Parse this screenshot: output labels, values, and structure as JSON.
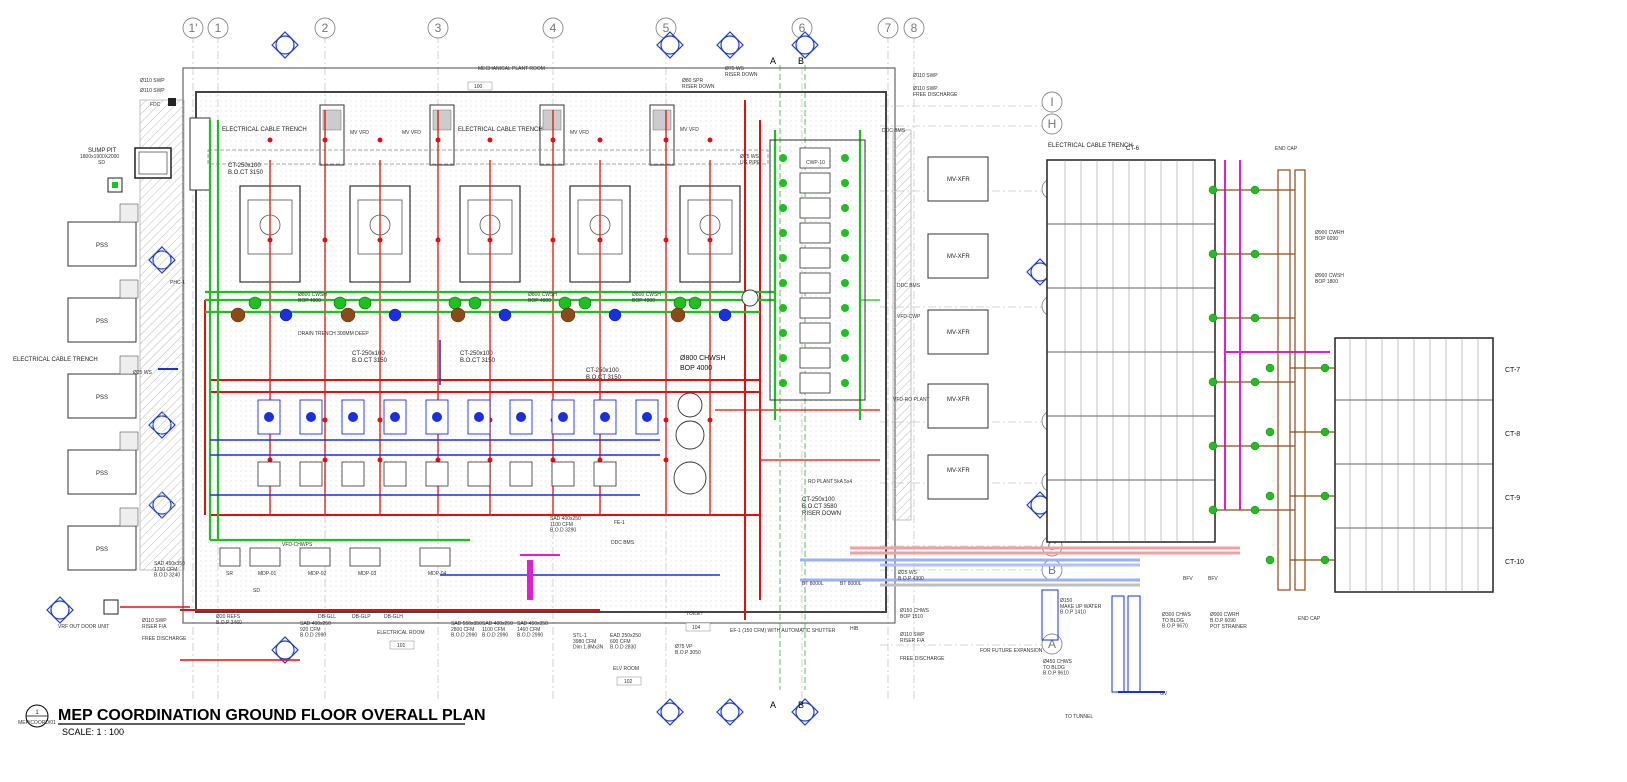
{
  "title": {
    "main": "MEP COORDINATION GROUND FLOOR OVERALL PLAN",
    "scale": "SCALE:   1 : 100",
    "view_number": "1",
    "sheet_ref": "MEP/COORD/01"
  },
  "grid": {
    "columns": [
      "1'",
      "1",
      "2",
      "3",
      "4",
      "5",
      "6",
      "7",
      "8"
    ],
    "rows": [
      "I",
      "H",
      "G",
      "F",
      "E",
      "D",
      "C",
      "B",
      "A"
    ],
    "sections": [
      "A",
      "B",
      "A",
      "B"
    ]
  },
  "rooms": {
    "mechanical": "MECHANICAL PLANT ROOM",
    "mechanical_no": "100",
    "electrical": "ELECTRICAL ROOM",
    "electrical_no": "101",
    "elv": "ELV ROOM",
    "elv_no": "102",
    "toilet": "TOILET",
    "toilet_no": "104"
  },
  "equipment": {
    "pss": [
      "PSS",
      "PSS",
      "PSS",
      "PSS",
      "PSS"
    ],
    "mv_xfr": [
      "MV-XFR",
      "MV-XFR",
      "MV-XFR",
      "MV-XFR",
      "MV-XFR"
    ],
    "mv_vfd": [
      "MV VFD",
      "MV VFD",
      "MV VFD",
      "MV VFD",
      "MV VFD"
    ],
    "cooling_towers": [
      "CT-6",
      "CT-7",
      "CT-8",
      "CT-9",
      "CT-10"
    ],
    "mdp": [
      "MDP-01",
      "MDP-02",
      "MDP-03",
      "MDP-04"
    ],
    "db": [
      "DB-GLL",
      "DB-GLP",
      "DB-GLH"
    ],
    "sr": "SR",
    "sump_pit": "SUMP PIT",
    "sump_size": "1800x1900X2000",
    "fdc": "FDC",
    "sd": "SD",
    "gv": "GV",
    "hib": "HIB",
    "vrf": "VRF OUT DOOR UNIT",
    "ro_plant": "RO PLANT 5kA 5x4",
    "cwp_10": "CWP-10",
    "end_cap_top": "END CAP",
    "end_cap_bottom": "END CAP",
    "pot_strainer": "POT STRAINER",
    "to_tunnel": "TO TUNNEL",
    "future": "FOR FUTURE EXPANSION",
    "stl": "STL-1\n3980 CFM\nDim 1.8Mx3N",
    "ef": "EF-1 (150 CFM) WITH AUTOMATIC SHUTTER",
    "bfv": [
      "BFV",
      "BFV"
    ]
  },
  "annotations": {
    "elec_trench_1": "ELECTRICAL CABLE TRENCH",
    "elec_trench_2": "ELECTRICAL CABLE TRENCH",
    "elec_trench_left": "ELECTRICAL CABLE TRENCH",
    "elec_trench_right": "ELECTRICAL CABLE TRENCH",
    "ct1": "CT-250x100",
    "ct1_boc": "B.O.CT 3150",
    "ct2": "CT-250x100",
    "ct2_boc": "B.O.CT 3150",
    "ct3": "CT-250x100",
    "ct3_boc": "B.O.CT 3150",
    "ct4": "CT-250x100",
    "ct4_boc": "B.O.CT 3150",
    "ct5": "CT-250x100",
    "ct5_boc": "B.O.CT 3580",
    "ct5_riser": "RISER DOWN",
    "drain_trench": "DRAIN TRENCH 300MM DEEP",
    "chwsh_big": "Ø800 CHWSH",
    "chwsh_big_bop": "BOP 4000",
    "chwsh_1": "Ø800 CWSH",
    "chwsh_1_bop": "BOP 4000",
    "chwsh_2": "Ø800 CWSH",
    "chwsh_2_bop": "BOP 4000",
    "chwsh_3": "Ø800 CWSH",
    "chwsh_3_bop": "BOP 4000",
    "cwrh_top": "Ø900 CWRH",
    "cwrh_top_bop": "BOP 6090",
    "cwsh_top": "Ø900 CWSH",
    "cwsh_top_bop": "BOP 1800",
    "swp_1": "Ø110 SWP",
    "swp_2": "Ø110 SWP",
    "swp_top_r1": "Ø110 SWP",
    "swp_top_r2": "Ø110 SWP",
    "free_discharge": "FREE DISCHARGE",
    "spr_riser": "Ø80 SPR\nRISER DOWN",
    "ws_riser": "Ø75 WS\nRISER DOWN",
    "ws_ug": "Ø75 WS\nUG PIPE",
    "ws_25": "Ø25 WS",
    "ws_bop": "Ø25 WS\nB.O.P 4300",
    "vp": "Ø75 VP\nB.O.P 3050",
    "ddc_bms": "DDC BMS",
    "vfd_ro": "VFD-RO PLANT",
    "vfd_cwp": "VFD-CWP",
    "vfd_chwps": "VFD-CHWPS",
    "phc": "PHC-1",
    "fe1": "FE-1",
    "make_up": "Ø150\nMAKE UP WATER\nB.O.P 1410",
    "chws_bldg": "Ø300 CHWS\nTO BLDG\nB.O.P 9670",
    "chws_bldg2": "Ø450 CHWS\nTO BLDG\nB.O.P 9610",
    "cwrh_bldg": "Ø900 CWRH\nB.O.P 6090",
    "refs": "Ø20 REFS\nB.O.P 3460",
    "sad_1": "SAD 450x350\n1710 CFM\nB.O.D 3240",
    "sad_2": "SAD 400x250\n920 CFM\nB.O.D 2990",
    "sad_3": "SAD 550x350\n2800 CFM\nB.O.D 2990",
    "sad_4": "SAD 400x250\n1100 CFM\nB.O.D 2990",
    "sad_5": "SAD 450x350\n1460 CFM\nB.O.D 2990",
    "sad_6": "SAD 400x250\n1100 CFM\nB.O.D 3290",
    "ead": "EAD 250x250\n600 CFM\nB.O.D 2830",
    "swp_riser": "Ø110 SWP\nRISER F/A",
    "swp_riser_r": "Ø110 SWP\nRISER F/A",
    "bt1": "BT 8000L",
    "bt2": "BT 8000L",
    "chws_150": "Ø150 CHWS\nBOP 1510",
    "ddc_mid": "DDC BMS",
    "ddc_top": "DDC BMS",
    "ddc_left": "DDC BMS"
  },
  "colors": {
    "chilled_water": "#e01010",
    "condenser_water": "#1fbf1f",
    "cw_return": "#1a30e0",
    "magenta": "#e020d0",
    "gray": "#9a9a9a",
    "walls": "#555555",
    "brown": "#8b4a1a"
  }
}
